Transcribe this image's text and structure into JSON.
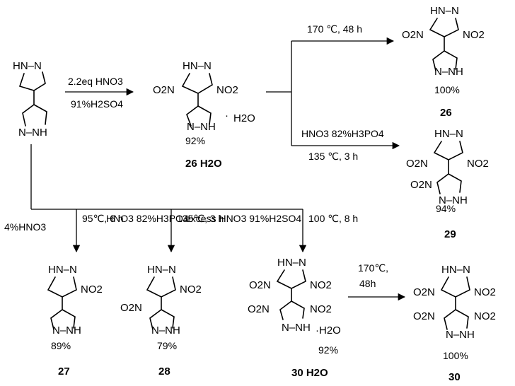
{
  "scheme": {
    "start_material": {
      "top_ring": "HN–N",
      "bottom_ring": "N–NH"
    },
    "step1": {
      "reagent_top": "2.2eq HNO3",
      "reagent_bottom": "91%H2SO4"
    },
    "intermediate": {
      "nh_label": "HN–N",
      "no2_left": "O2N",
      "no2_right": "NO2",
      "nh_bottom": "N–NH",
      "hydrate_dot": "·",
      "hydrate": "H2O",
      "yield": "92%",
      "label": "26  H2O"
    },
    "upper_route": {
      "condition": "170 ℃, 48 h",
      "product": {
        "nh_label": "HN–N",
        "no2_left": "O2N",
        "no2_right": "NO2",
        "nh_bottom": "N–NH",
        "yield": "100%",
        "label": "26"
      }
    },
    "middle_route": {
      "condition_top": "HNO3 82%H3PO4",
      "condition_bottom": "135 ℃, 3 h",
      "product": {
        "nh_label": "HN–N",
        "no2_tl": "O2N",
        "no2_tr": "NO2",
        "no2_bl": "O2N",
        "nh_bottom": "N–NH",
        "yield": "94%",
        "label": "29"
      }
    },
    "lower_routes": [
      {
        "condition_left": "4%HNO3",
        "condition_right": "95℃, 6 h",
        "product": {
          "nh_label": "HN–N",
          "no2_right": "NO2",
          "nh_bottom": "N–NH",
          "yield": "89%",
          "label": "27"
        }
      },
      {
        "condition_left": "HNO3 82%H3PO4",
        "condition_right": "135℃, 3 h",
        "product": {
          "nh_label": "HN–N",
          "no2_right": "NO2",
          "no2_left": "O2N",
          "nh_bottom": "N–NH",
          "yield": "79%",
          "label": "28"
        }
      },
      {
        "condition_left": "excess HNO3 91%H2SO4",
        "condition_right": "100 ℃, 8 h",
        "product": {
          "nh_label": "HN–N",
          "no2_tl": "O2N",
          "no2_tr": "NO2",
          "no2_bl": "O2N",
          "no2_br": "NO2",
          "nh_bottom": "N–NH",
          "hydrate": "·H2O",
          "yield": "92%",
          "label": "30 H2O"
        }
      }
    ],
    "final_step": {
      "condition_top": "170℃,",
      "condition_bottom": "48h",
      "product": {
        "nh_label": "HN–N",
        "no2_tl": "O2N",
        "no2_tr": "NO2",
        "no2_bl": "O2N",
        "no2_br": "NO2",
        "nh_bottom": "N–NH",
        "yield": "100%",
        "label": "30"
      }
    }
  }
}
